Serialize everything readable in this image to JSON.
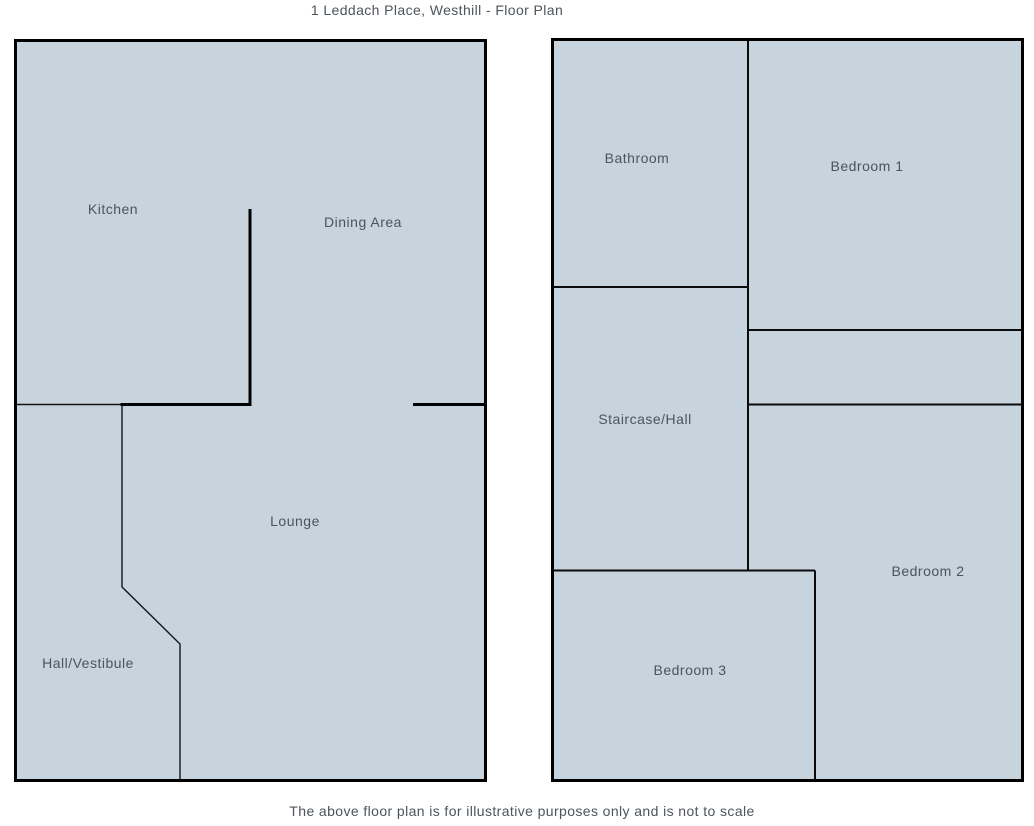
{
  "title": "1 Leddach Place, Westhill - Floor Plan",
  "disclaimer": "The above floor plan is for illustrative purposes only and is not to scale",
  "colors": {
    "room_fill": "#c7d3dd",
    "wall": "#000000",
    "label_text": "#4d545b"
  },
  "plans": {
    "left": {
      "rooms": {
        "kitchen": "Kitchen",
        "dining_area": "Dining Area",
        "lounge": "Lounge",
        "hall_vestibule": "Hall/Vestibule"
      }
    },
    "right": {
      "rooms": {
        "bathroom": "Bathroom",
        "bedroom_1": "Bedroom 1",
        "staircase_hall": "Staircase/Hall",
        "bedroom_2": "Bedroom 2",
        "bedroom_3": "Bedroom 3"
      }
    }
  }
}
